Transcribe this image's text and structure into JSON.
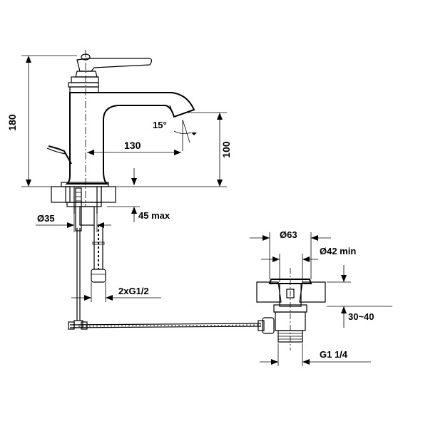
{
  "drawing": {
    "labels": {
      "height_total": "180",
      "spout_angle": "15°",
      "spout_reach": "130",
      "spout_height": "100",
      "hole_diameter": "Ø35",
      "deck_thickness": "45 max",
      "hose_connection": "2xG1/2",
      "waste_diameter_outer": "Ø63",
      "waste_hole_min": "Ø42 min",
      "waste_thickness": "30~40",
      "waste_thread": "G1 1/4"
    }
  }
}
